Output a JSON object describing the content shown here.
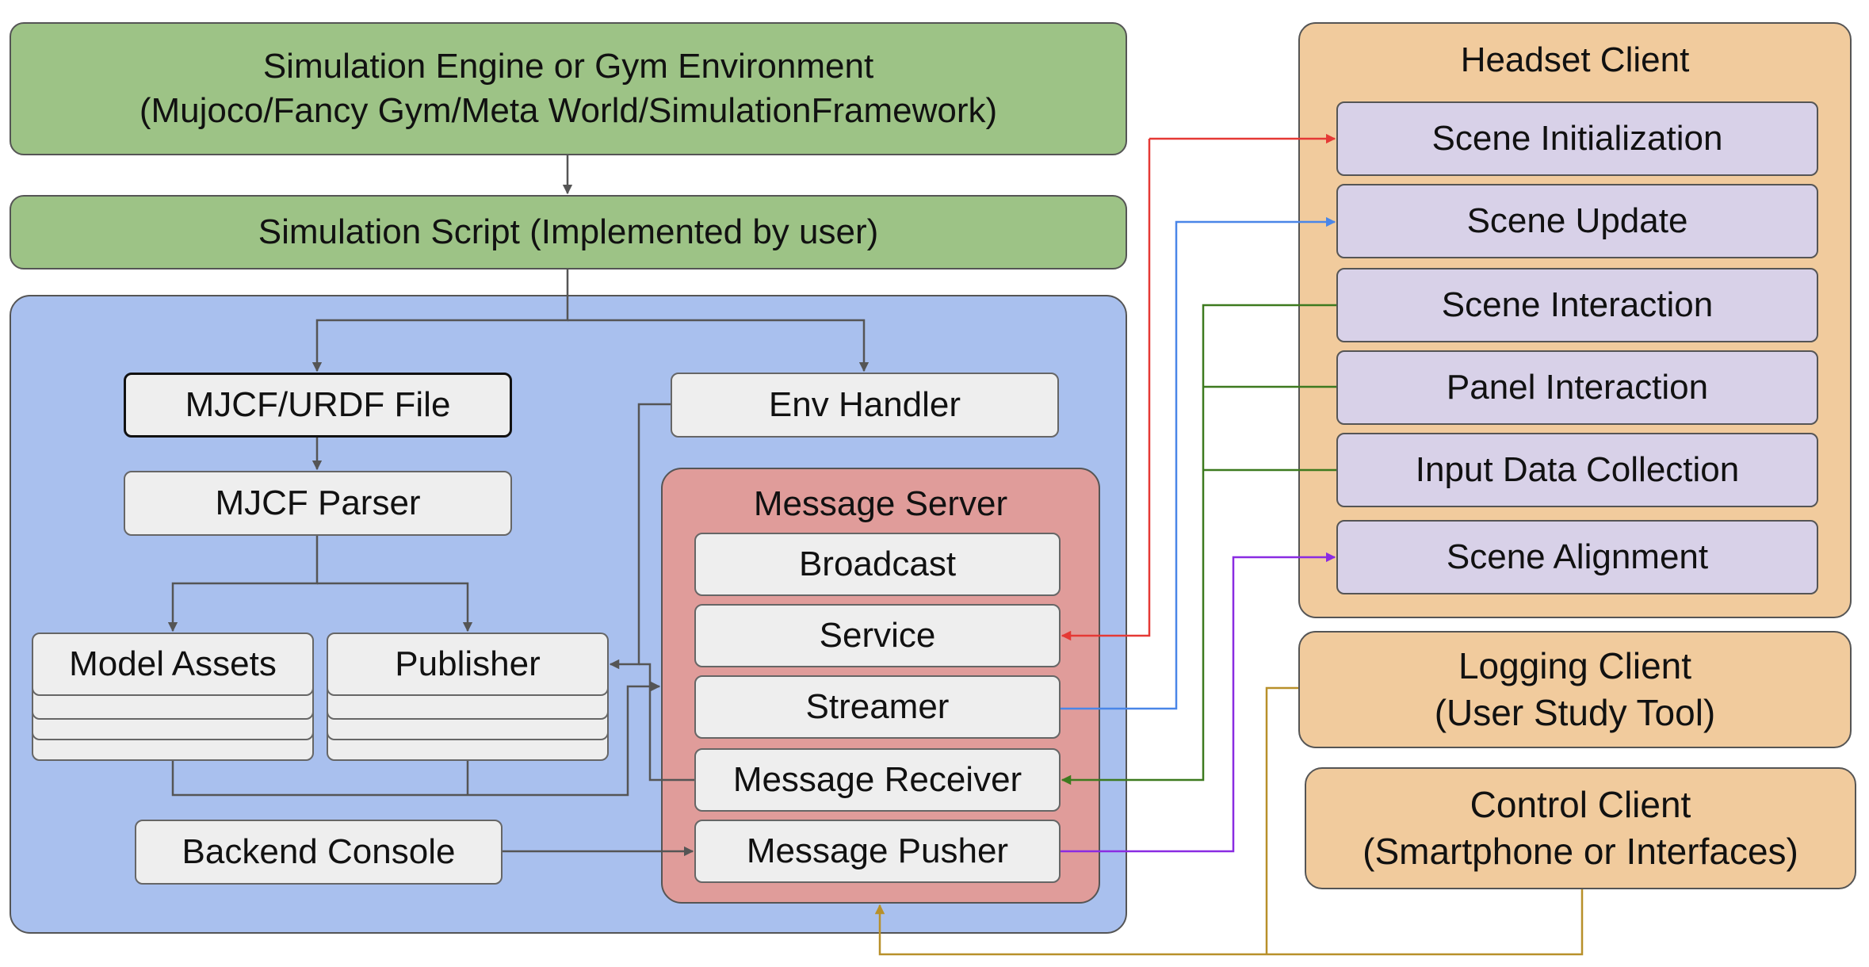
{
  "engine": {
    "line1": "Simulation Engine or Gym Environment",
    "line2": "(Mujoco/Fancy Gym/Meta World/SimulationFramework)"
  },
  "script": {
    "label": "Simulation Script (Implemented by user)"
  },
  "backend": {
    "mjcf_file": "MJCF/URDF File",
    "mjcf_parser": "MJCF Parser",
    "model_assets": "Model Assets",
    "publisher": "Publisher",
    "env_handler": "Env Handler",
    "backend_console": "Backend Console"
  },
  "message_server": {
    "title": "Message Server",
    "items": [
      "Broadcast",
      "Service",
      "Streamer",
      "Message Receiver",
      "Message Pusher"
    ]
  },
  "headset": {
    "title": "Headset Client",
    "items": [
      "Scene Initialization",
      "Scene Update",
      "Scene Interaction",
      "Panel Interaction",
      "Input Data Collection",
      "Scene Alignment"
    ]
  },
  "logging": {
    "line1": "Logging Client",
    "line2": "(User Study Tool)"
  },
  "control": {
    "line1": "Control Client",
    "line2": "(Smartphone or Interfaces)"
  },
  "colors": {
    "green": "#9dc386",
    "blue": "#a9c0ee",
    "red": "#e09c9a",
    "orange": "#f1cb9d",
    "purple": "#d8d1e8",
    "wire_red": "#e53935",
    "wire_blue": "#4a86e8",
    "wire_green": "#3d7a1f",
    "wire_violet": "#8a2be2",
    "wire_gold": "#b8902a"
  }
}
